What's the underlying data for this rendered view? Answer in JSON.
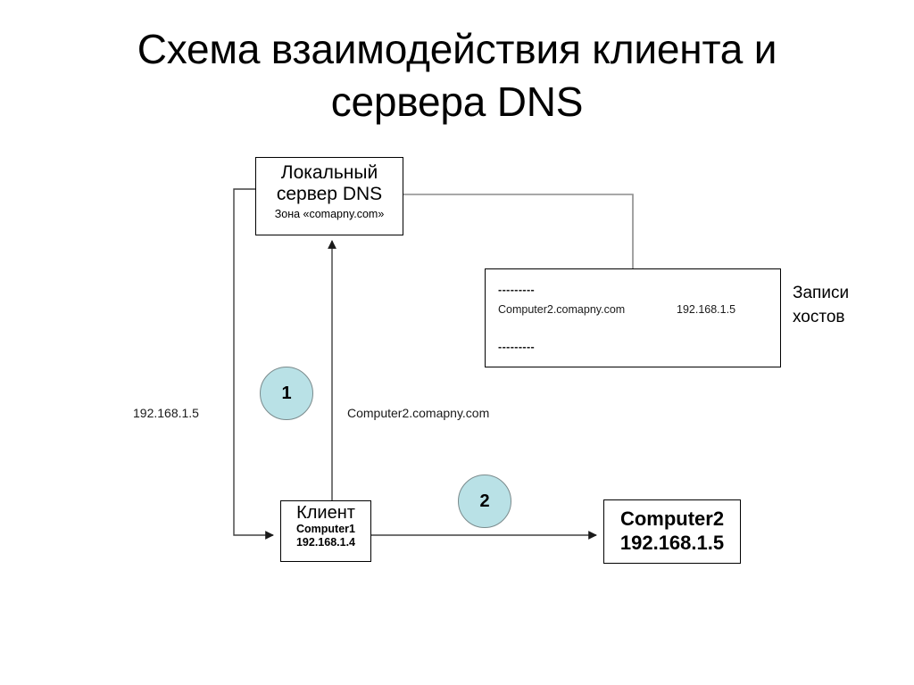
{
  "slide": {
    "title": "Схема взаимодействия клиента и сервера DNS",
    "background_color": "#ffffff"
  },
  "dns_server": {
    "line1": "Локальный",
    "line2": "сервер DNS",
    "zone": "Зона «comapny.com»"
  },
  "host_records": {
    "dash_top": "---------",
    "record_name": "Computer2.comapny.com",
    "record_ip": "192.168.1.5",
    "dash_bottom": "---------",
    "caption": "Записи хостов"
  },
  "client": {
    "title": "Клиент",
    "hostname": "Computer1",
    "ip": "192.168.1.4"
  },
  "computer2": {
    "hostname": "Computer2",
    "ip": "192.168.1.5"
  },
  "labels": {
    "response_ip": "192.168.1.5",
    "query_name": "Computer2.comapny.com"
  },
  "steps": [
    {
      "number": "1"
    },
    {
      "number": "2"
    }
  ],
  "colors": {
    "step_circle_fill": "#b9e1e6",
    "step_circle_stroke": "#7a8a8c",
    "box_stroke": "#000000",
    "wire_gray": "#808080",
    "wire_dark": "#404040",
    "text": "#000000"
  }
}
